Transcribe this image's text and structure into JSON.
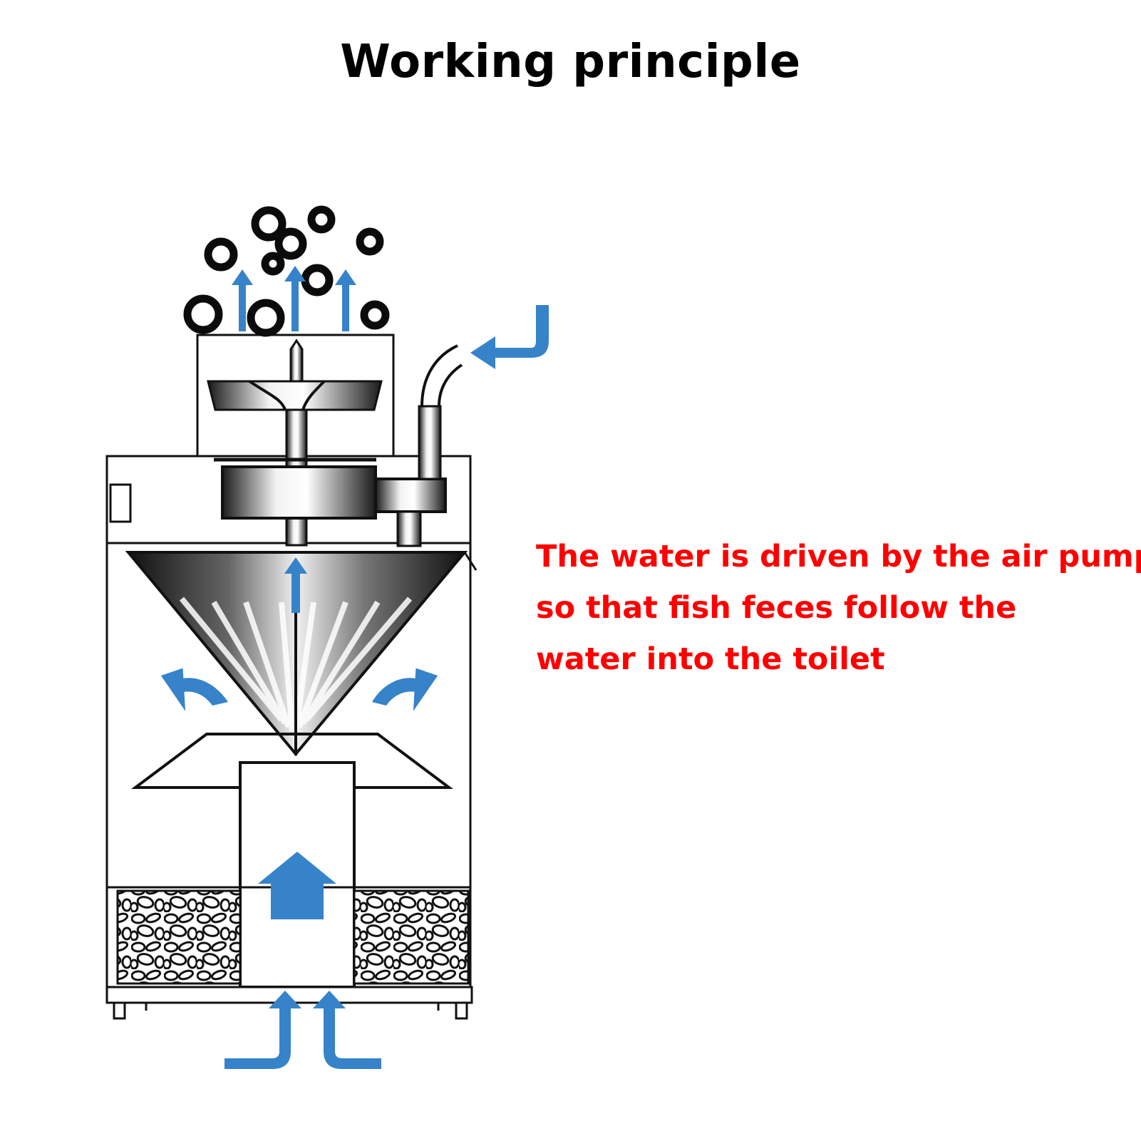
{
  "title": "Working principle",
  "caption": {
    "lines": [
      "The water is driven by the air pump",
      "so that fish feces follow the",
      "water into the toilet"
    ]
  },
  "colors": {
    "arrow": "#3683c9",
    "caption": "#ff0000",
    "outline": "#111111"
  }
}
